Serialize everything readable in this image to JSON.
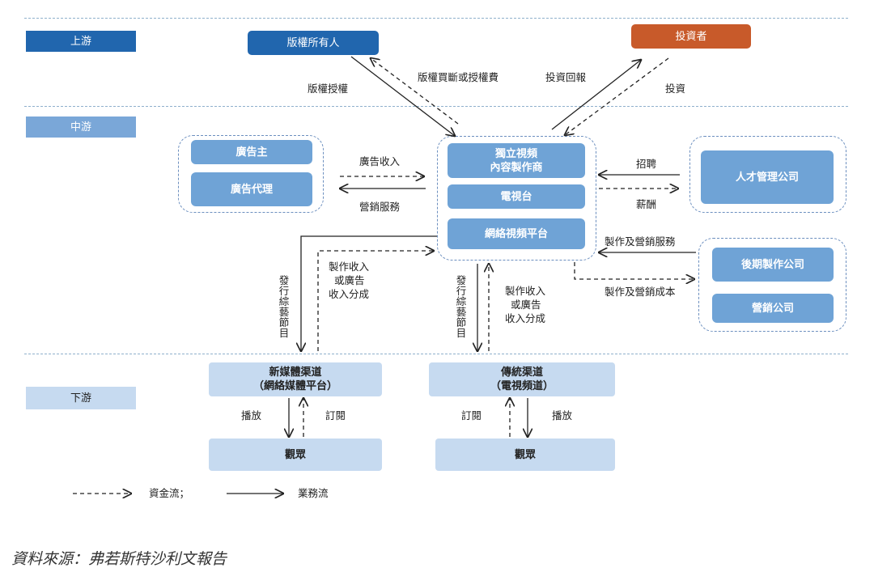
{
  "tiers": {
    "upstream": "上游",
    "midstream": "中游",
    "downstream": "下游"
  },
  "nodes": {
    "copyright_owner": "版權所有人",
    "investor": "投資者",
    "advertiser": "廣告主",
    "ad_agency": "廣告代理",
    "producer_line1": "獨立視頻",
    "producer_line2": "內容製作商",
    "tv_station": "電視台",
    "online_platform": "網絡視頻平台",
    "talent_mgmt": "人才管理公司",
    "post_production": "後期製作公司",
    "marketing_co": "營銷公司",
    "new_media_line1": "新媒體渠道",
    "new_media_line2": "（網絡媒體平台）",
    "traditional_line1": "傳統渠道",
    "traditional_line2": "（電視頻道）",
    "audience_left": "觀眾",
    "audience_right": "觀眾"
  },
  "edge_labels": {
    "copyright_license": "版權授權",
    "copyright_purchase": "版權買斷或授權費",
    "investment_return": "投資回報",
    "investment": "投資",
    "ad_revenue": "廣告收入",
    "marketing_service": "營銷服務",
    "recruit": "招聘",
    "salary": "薪酬",
    "prod_mkt_service": "製作及營銷服務",
    "prod_mkt_cost": "製作及營銷成本",
    "distribute_left": "發行綜藝節目",
    "share_left_1": "製作收入",
    "share_left_2": "或廣告",
    "share_left_3": "收入分成",
    "distribute_right": "發行綜藝節目",
    "share_right_1": "製作收入",
    "share_right_2": "或廣告",
    "share_right_3": "收入分成",
    "play_left": "播放",
    "subscribe_left": "訂閱",
    "subscribe_right": "訂閱",
    "play_right": "播放"
  },
  "legend": {
    "fund_flow": "資金流；",
    "business_flow": "業務流"
  },
  "source": "資料來源：弗若斯特沙利文報告",
  "colors": {
    "dark_blue": "#2166ae",
    "orange": "#c85a2a",
    "mid_blue": "#6fa3d6",
    "light_blue": "#c6daf0",
    "tier_mid": "#7aa7d8"
  }
}
